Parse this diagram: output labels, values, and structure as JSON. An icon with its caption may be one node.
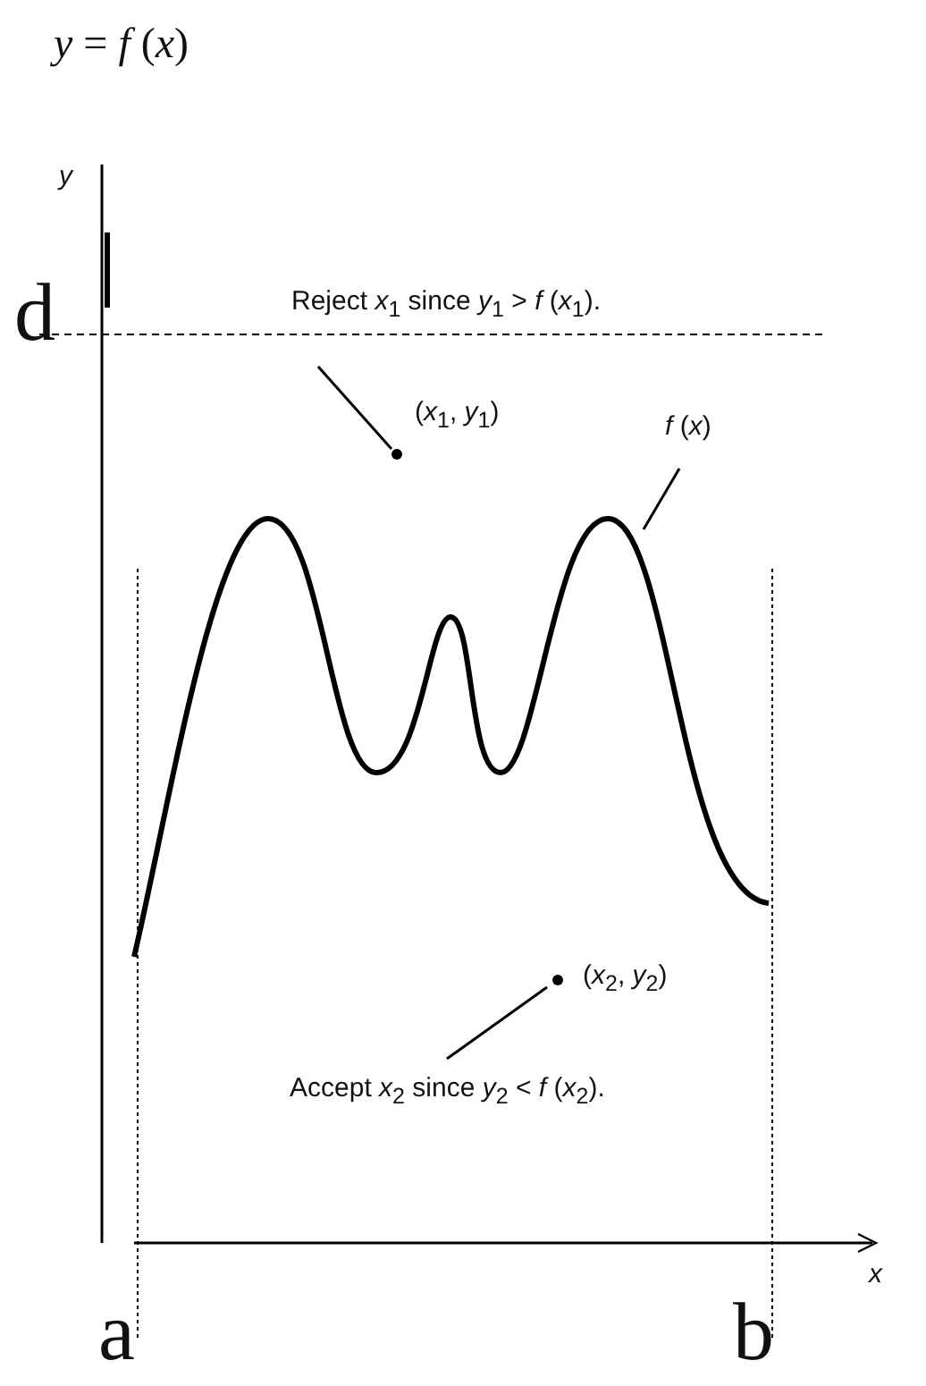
{
  "diagram": {
    "title": "*y* = *f* (*x*)",
    "nodes": [
      {
        "text": [
          "Reject *x*$_{1}$ since *y*$_{1}$ > *f* (*x*$_{1}$)."
        ]
      },
      {
        "text": [],
        "shape": "circle",
        "beside": [
          "(*x*$_{1}$, *y*$_{1}$)"
        ]
      },
      {
        "text": [
          "*f* (*x*)"
        ]
      },
      {
        "text": [],
        "shape": "curve"
      },
      {
        "text": [],
        "shape": "circle",
        "beside": [
          "(*x*$_{2}$, *y*$_{2}$)"
        ]
      },
      {
        "text": [
          "Accept *x*$_{2}$ since *y*$_{2}$ < *f* (*x*$_{2}$)."
        ]
      }
    ],
    "edges": [
      {
        "from": 0,
        "to": 1,
        "arrow": "none"
      },
      {
        "from": 2,
        "to": 3,
        "arrow": "none"
      },
      {
        "from": 5,
        "to": 4,
        "arrow": "none"
      }
    ],
    "labels": [
      "y",
      "d",
      "x",
      "a",
      "b"
    ]
  }
}
